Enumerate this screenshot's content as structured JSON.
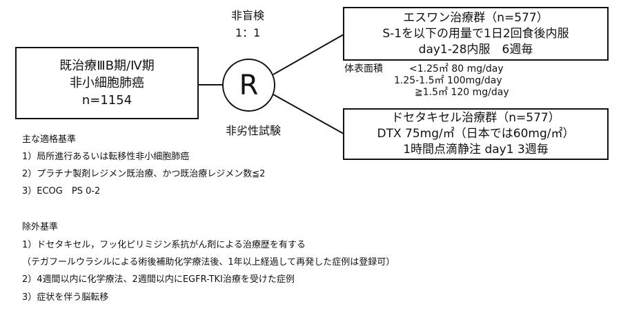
{
  "blind": "非盲検",
  "ratio": "1：1",
  "randomization": "R",
  "design": "非劣性試験",
  "population": {
    "line1": "既治療ⅢB期/Ⅳ期",
    "line2": "非小細胞肺癌",
    "line3": "n=1154"
  },
  "arm1": {
    "line1": "エスワン治療群（n=577）",
    "line2": "S-1を以下の用量で1日2回食後内服",
    "line3": "day1-28内服　6週毎"
  },
  "dosing": {
    "label": "体表面積",
    "row1": "<1.25㎡ 80 mg/day",
    "row2": "1.25-1.5㎡ 100mg/day",
    "row3": "≧1.5㎡ 120 mg/day"
  },
  "arm2": {
    "line1": "ドセタキセル治療群（n=577）",
    "line2": "DTX 75mg/㎡（日本では60mg/㎡）",
    "line3": "1時間点滴静注 day1 3週毎"
  },
  "inclusion": {
    "title": "主な適格基準",
    "items": [
      "1）局所進行あるいは転移性非小細胞肺癌",
      "2）プラチナ製剤レジメン既治療、かつ既治療レジメン数≦2",
      "3）ECOG　PS 0-2"
    ]
  },
  "exclusion": {
    "title": "除外基準",
    "items": [
      "1）ドセタキセル，フッ化ピリミジン系抗がん剤による治療歴を有する",
      "（テガフールウラシルによる術後補助化学療法後、1年以上経過して再発した症例は登録可）",
      "2）4週間以内に化学療法、2週間以内にEGFR-TKI治療を受けた症例",
      "3）症状を伴う脳転移"
    ]
  }
}
